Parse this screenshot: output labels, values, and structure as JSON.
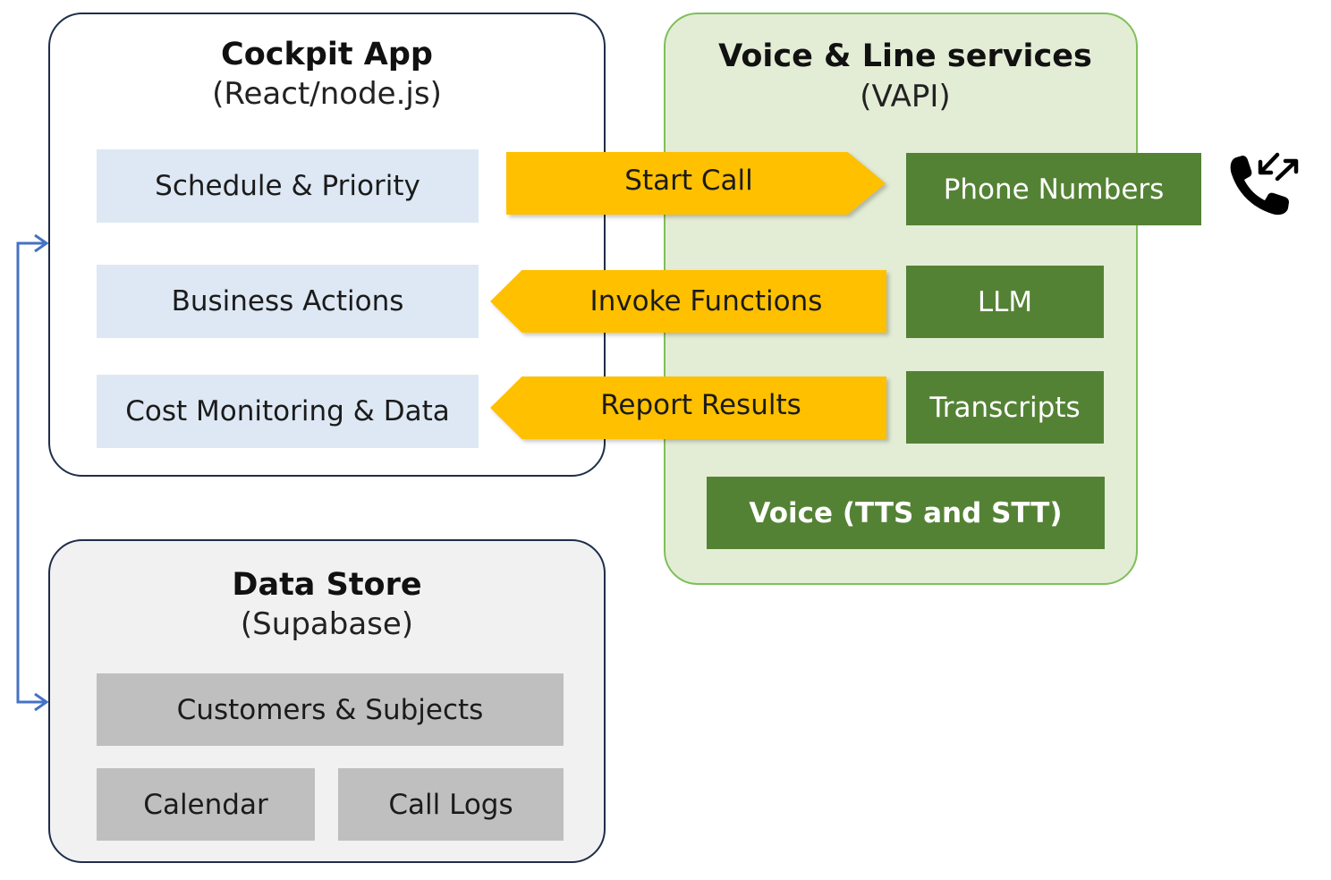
{
  "cockpit": {
    "title": "Cockpit App",
    "subtitle": "(React/node.js)",
    "items": [
      "Schedule & Priority",
      "Business Actions",
      "Cost Monitoring & Data"
    ]
  },
  "vapi": {
    "title": "Voice & Line services",
    "subtitle": "(VAPI)",
    "items": [
      "Phone Numbers",
      "LLM",
      "Transcripts"
    ],
    "voice": "Voice (TTS and STT)"
  },
  "flows": {
    "start_call": "Start Call",
    "invoke_functions": "Invoke Functions",
    "report_results": "Report Results"
  },
  "datastore": {
    "title": "Data Store",
    "subtitle": "(Supabase)",
    "items": [
      "Customers & Subjects",
      "Calendar",
      "Call Logs"
    ]
  },
  "colors": {
    "accent_yellow": "#ffc000",
    "vapi_green": "#548235",
    "connector_blue": "#4472c4"
  },
  "icons": {
    "phone": "phone-call-in-out-icon"
  }
}
